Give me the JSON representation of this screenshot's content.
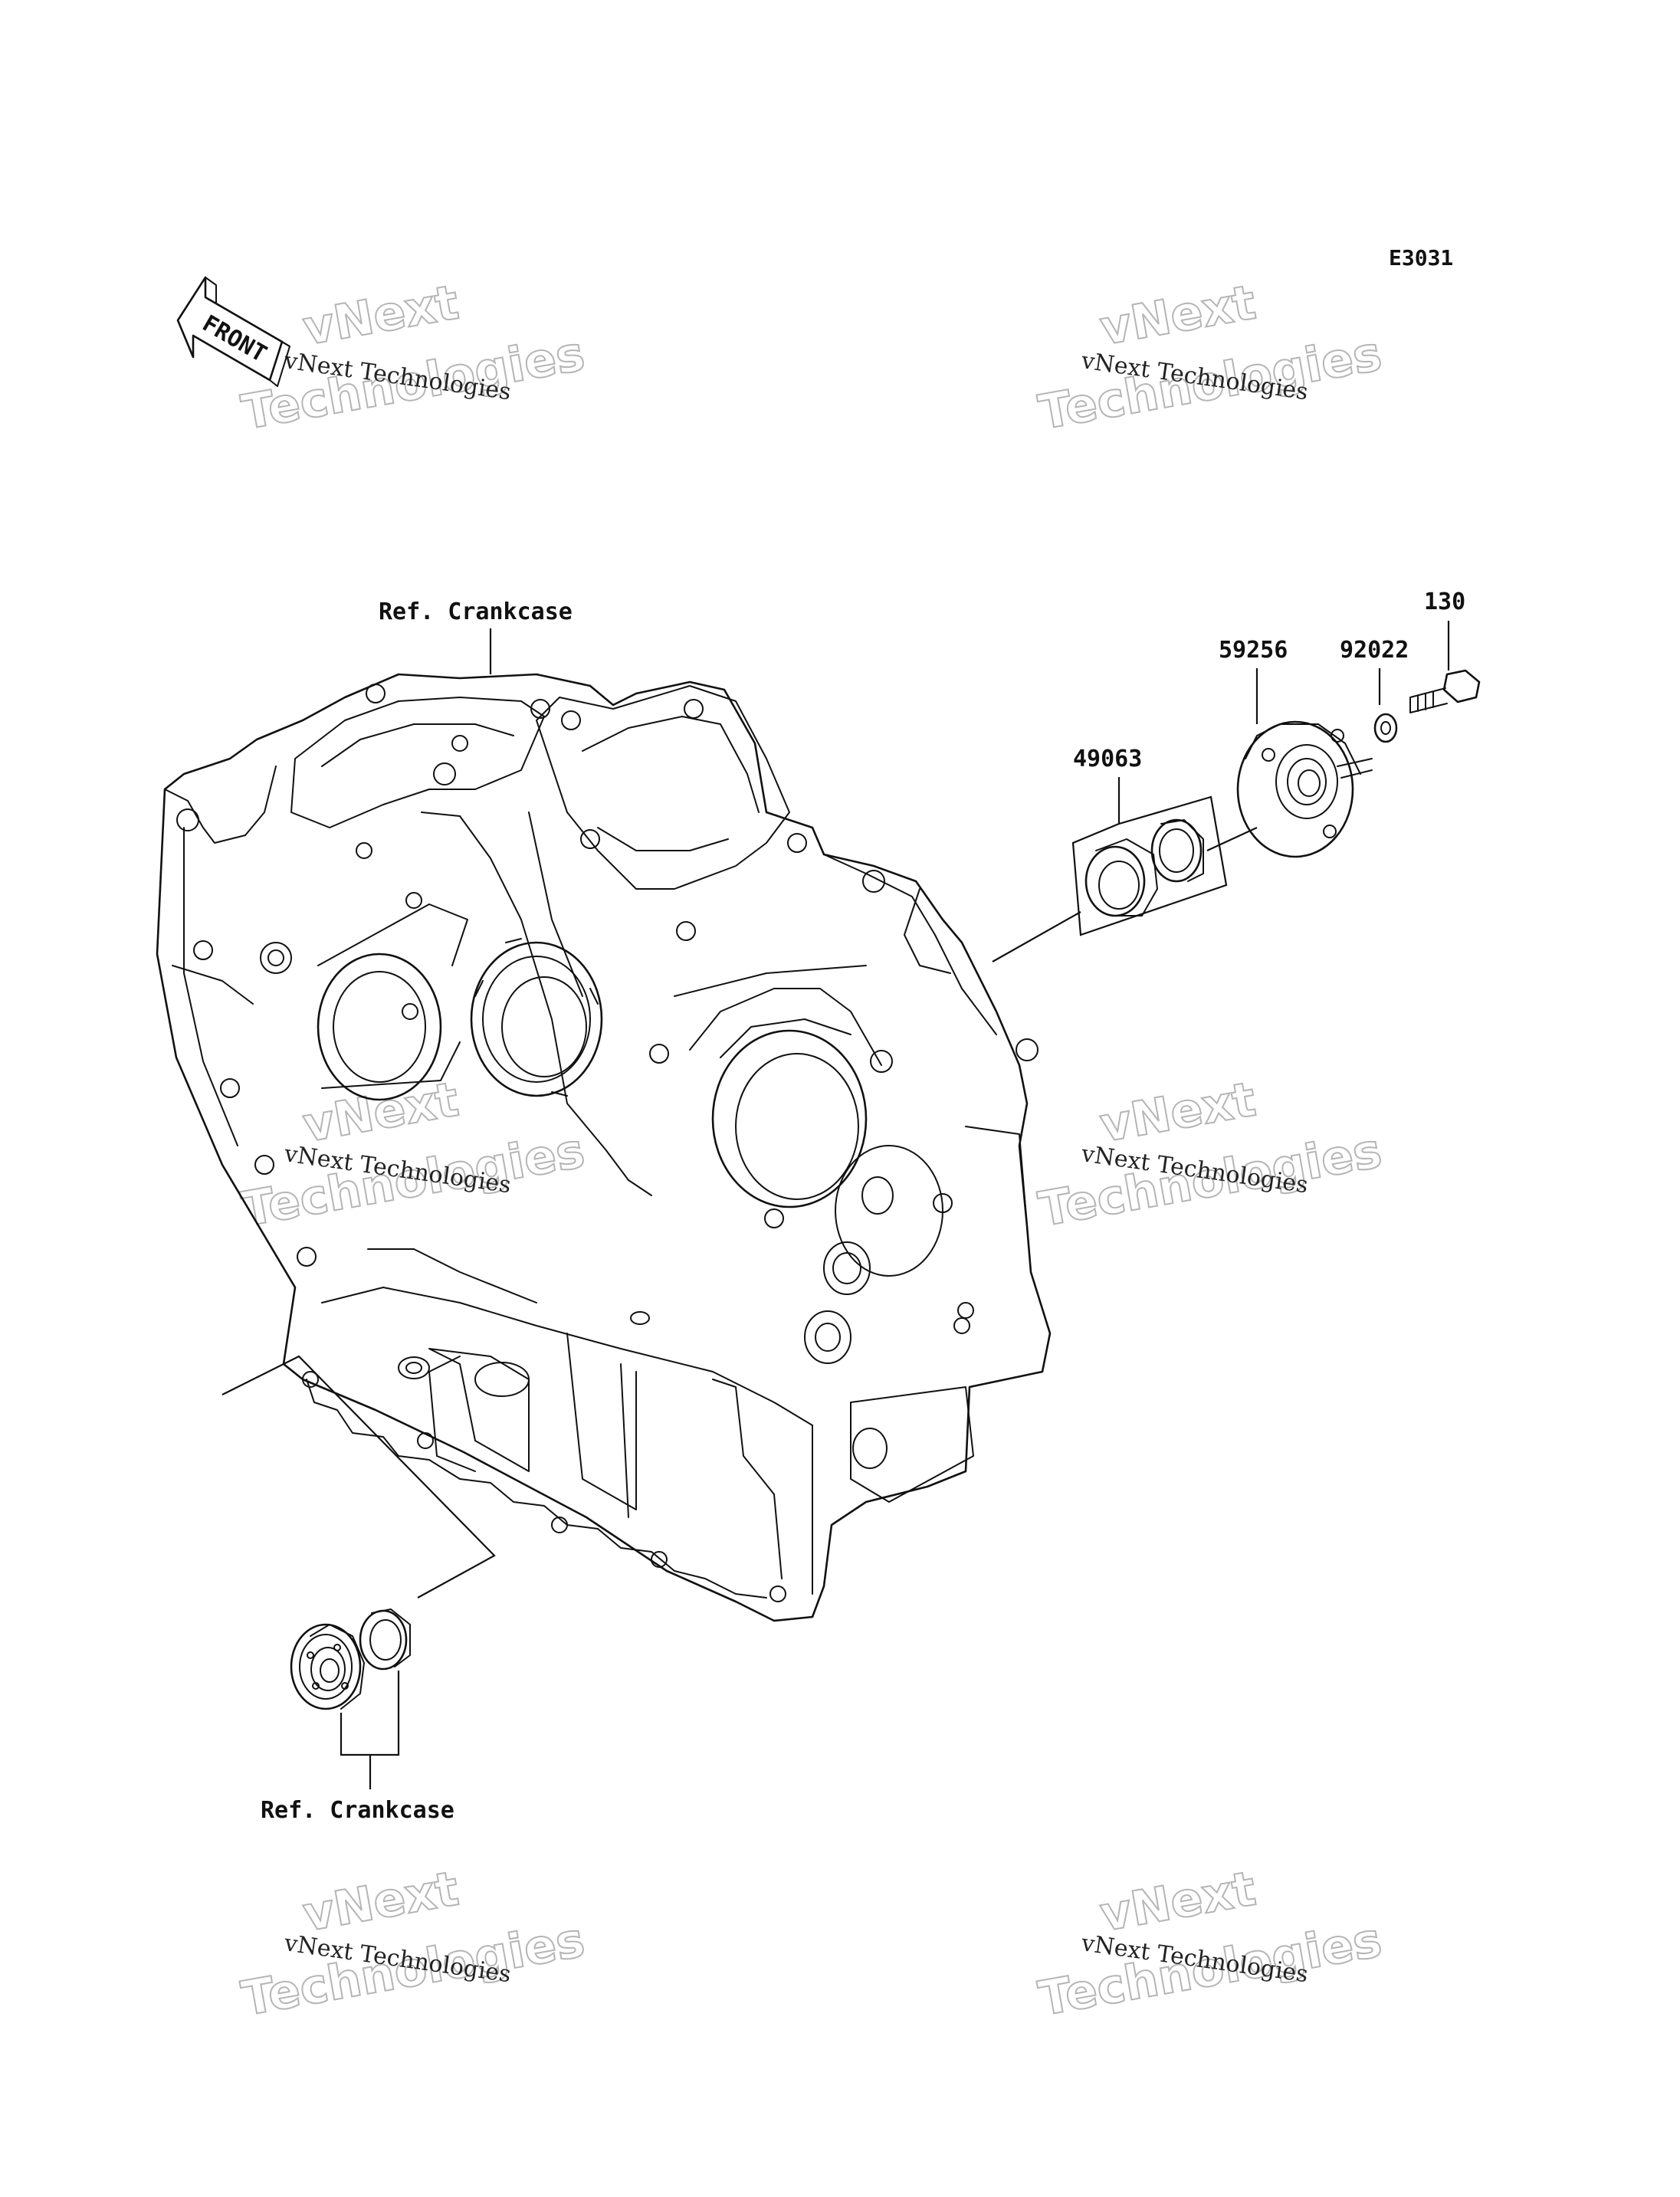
{
  "diagram": {
    "code": "E3031",
    "front_label": "FRONT",
    "labels": {
      "ref_crankcase_top": "Ref. Crankcase",
      "ref_crankcase_bottom": "Ref. Crankcase",
      "part_130": "130",
      "part_59256": "59256",
      "part_92022": "92022",
      "part_49063": "49063"
    }
  },
  "watermark": {
    "line1": "vNext",
    "line2": "Technologies",
    "full": "vNext Technologies"
  },
  "colors": {
    "line": "#111111",
    "background": "#ffffff",
    "watermark": "#b5b5b5"
  }
}
